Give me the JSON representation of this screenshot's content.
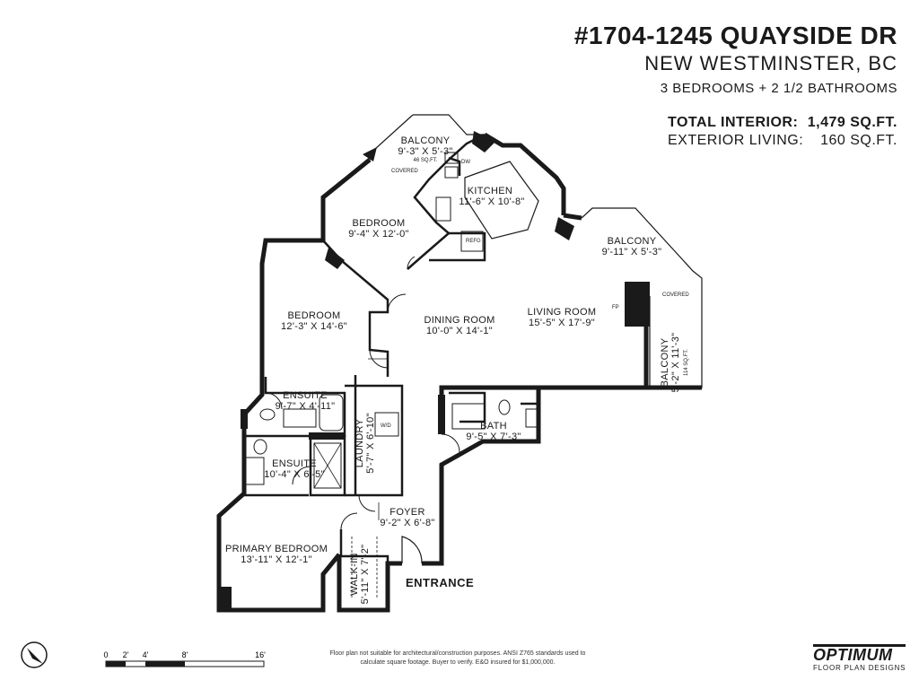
{
  "header": {
    "address": "#1704-1245 QUAYSIDE DR",
    "city": "NEW WESTMINSTER, BC",
    "beds_baths": "3 BEDROOMS + 2 1/2 BATHROOMS"
  },
  "areas": {
    "interior_label": "TOTAL INTERIOR:",
    "interior_value": "1,479 SQ.FT.",
    "exterior_label": "EXTERIOR LIVING:",
    "exterior_value": "160 SQ.FT."
  },
  "rooms": {
    "balcony1": {
      "name": "BALCONY",
      "dims": "9'-3\" X 5'-3\"",
      "sqft": "46 SQ.FT.",
      "note": "COVERED"
    },
    "kitchen": {
      "name": "KITCHEN",
      "dims": "11'-6\" X 10'-8\""
    },
    "dw": "DW",
    "refg": "REFG",
    "bedroom_top": {
      "name": "BEDROOM",
      "dims": "9'-4\" X 12'-0\""
    },
    "balcony2": {
      "name": "BALCONY",
      "dims": "9'-11\" X 5'-3\""
    },
    "covered2": "COVERED",
    "balcony3": {
      "name": "BALCONY",
      "dims": "5'-2\" X 11'-3\"",
      "sqft": "114 SQ.FT."
    },
    "fp": "FP",
    "bedroom_left": {
      "name": "BEDROOM",
      "dims": "12'-3\" X 14'-6\""
    },
    "dining": {
      "name": "DINING ROOM",
      "dims": "10'-0\" X 14'-1\""
    },
    "living": {
      "name": "LIVING ROOM",
      "dims": "15'-5\" X 17'-9\""
    },
    "ensuite1": {
      "name": "ENSUITE",
      "dims": "9'-7\" X 4'-11\""
    },
    "laundry": {
      "name": "LAUNDRY",
      "dims": "5'-7\" X 6'-10\""
    },
    "wd": "W/D",
    "bath": {
      "name": "BATH",
      "dims": "9'-5\" X 7'-3\""
    },
    "ensuite2": {
      "name": "ENSUITE",
      "dims": "10'-4\" X 6'-5\""
    },
    "foyer": {
      "name": "FOYER",
      "dims": "9'-2\" X 6'-8\""
    },
    "primary": {
      "name": "PRIMARY BEDROOM",
      "dims": "13'-11\" X 12'-1\""
    },
    "walkin": {
      "name": "WALK-IN",
      "dims": "5'-11\" X 7'-2\""
    },
    "entrance": "ENTRANCE"
  },
  "scale": {
    "labels": [
      "0",
      "2'",
      "4'",
      "8'",
      "16'"
    ]
  },
  "compass_icon": "north-arrow-icon",
  "disclaimer": {
    "line1": "Floor plan not suitable for architectural/construction purposes. ANSI Z765 standards used to",
    "line2": "calculate square footage. Buyer to verify.  E&O insured for $1,000,000."
  },
  "logo": {
    "name": "OPTIMUM",
    "tagline": "FLOOR PLAN DESIGNS"
  }
}
